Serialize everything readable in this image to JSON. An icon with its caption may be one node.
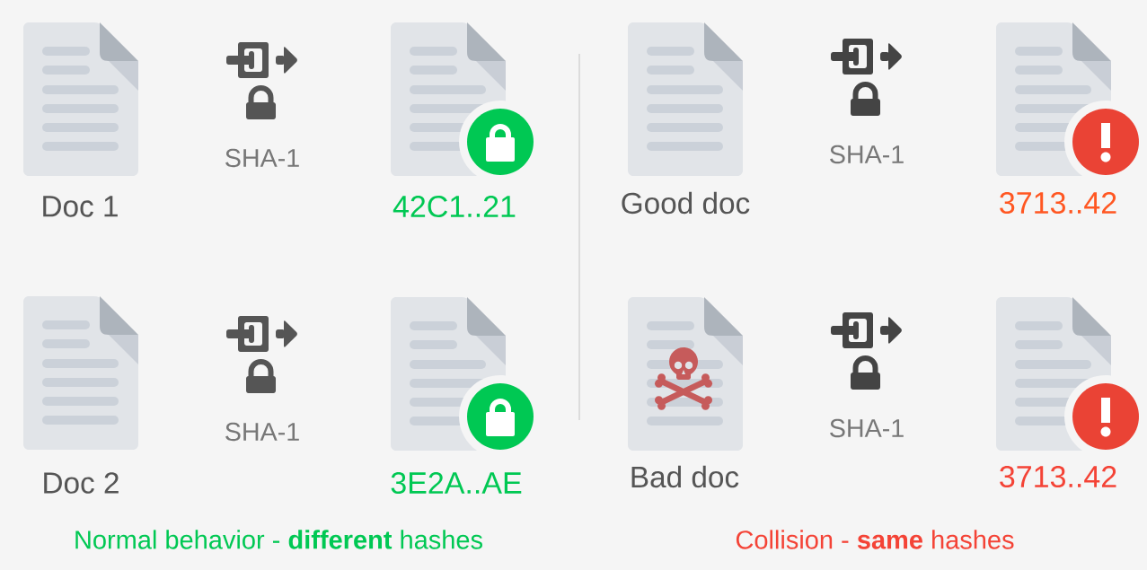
{
  "diagram": {
    "nodes": [
      {
        "text": [
          "Doc 1"
        ]
      },
      {
        "text": [
          "SHA-1"
        ]
      },
      {
        "text": [
          "42C1..21"
        ]
      },
      {
        "text": [
          "Doc 2"
        ]
      },
      {
        "text": [
          "SHA-1"
        ]
      },
      {
        "text": [
          "3E2A..AE"
        ]
      },
      {
        "text": [
          "Good doc"
        ]
      },
      {
        "text": [
          "SHA-1"
        ]
      },
      {
        "text": [
          "3713..42"
        ]
      },
      {
        "text": [
          "Bad doc"
        ]
      },
      {
        "text": [
          "SHA-1"
        ]
      },
      {
        "text": [
          "3713..42"
        ]
      }
    ],
    "labels": [
      "Normal behavior - **different** hashes",
      "Collision - **same** hashes"
    ]
  }
}
